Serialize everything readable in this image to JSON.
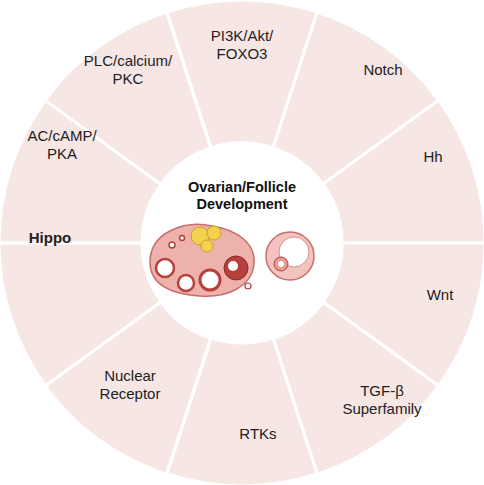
{
  "diagram": {
    "nodes": [
      {
        "text": [
          "Ovarian/Follicle Development"
        ]
      },
      {
        "text": [
          "PI3K/Akt/ FOXO3"
        ]
      },
      {
        "text": [
          "Notch"
        ]
      },
      {
        "text": [
          "Hh"
        ]
      },
      {
        "text": [
          "Wnt"
        ]
      },
      {
        "text": [
          "TGF-β Superfamily"
        ]
      },
      {
        "text": [
          "RTKs"
        ]
      },
      {
        "text": [
          "Nuclear Receptor"
        ]
      },
      {
        "text": [
          "Hippo"
        ]
      },
      {
        "text": [
          "AC/cAMP/ PKA"
        ]
      },
      {
        "text": [
          "PLC/calcium/ PKC"
        ]
      }
    ]
  }
}
